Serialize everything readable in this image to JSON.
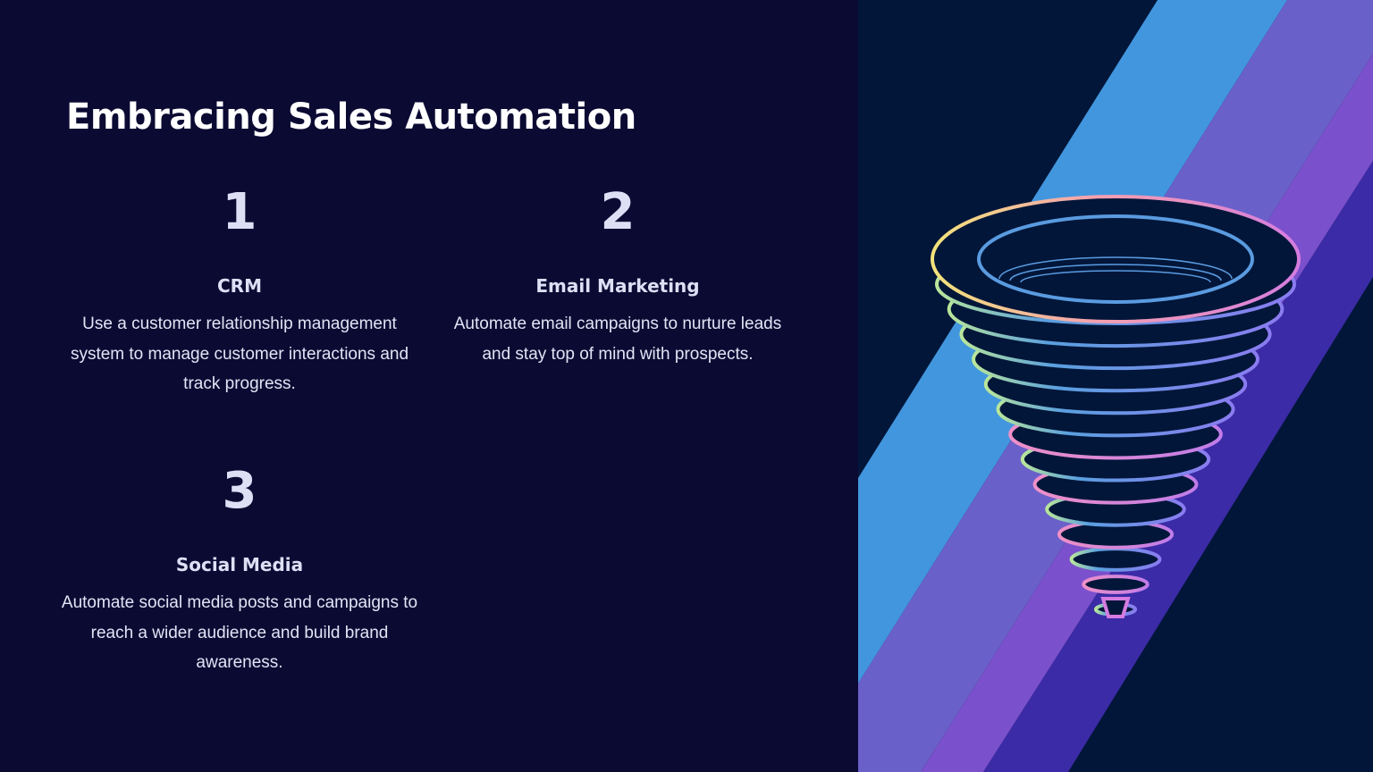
{
  "slide": {
    "title": "Embracing Sales Automation",
    "items": [
      {
        "number": "1",
        "heading": "CRM",
        "description": "Use a customer relationship management system to manage customer interactions and track progress."
      },
      {
        "number": "2",
        "heading": "Email Marketing",
        "description": "Automate email campaigns to nurture leads and stay top of mind with prospects."
      },
      {
        "number": "3",
        "heading": "Social Media",
        "description": "Automate social media posts and campaigns to reach a wider audience and build brand awareness."
      }
    ]
  },
  "colors": {
    "background": "#0b0a33",
    "image_background": "#021639",
    "stripe_blue": "#4296de",
    "stripe_periwinkle": "#6a60c9",
    "stripe_purple": "#7b50cc",
    "stripe_indigo": "#3b2ba6"
  }
}
